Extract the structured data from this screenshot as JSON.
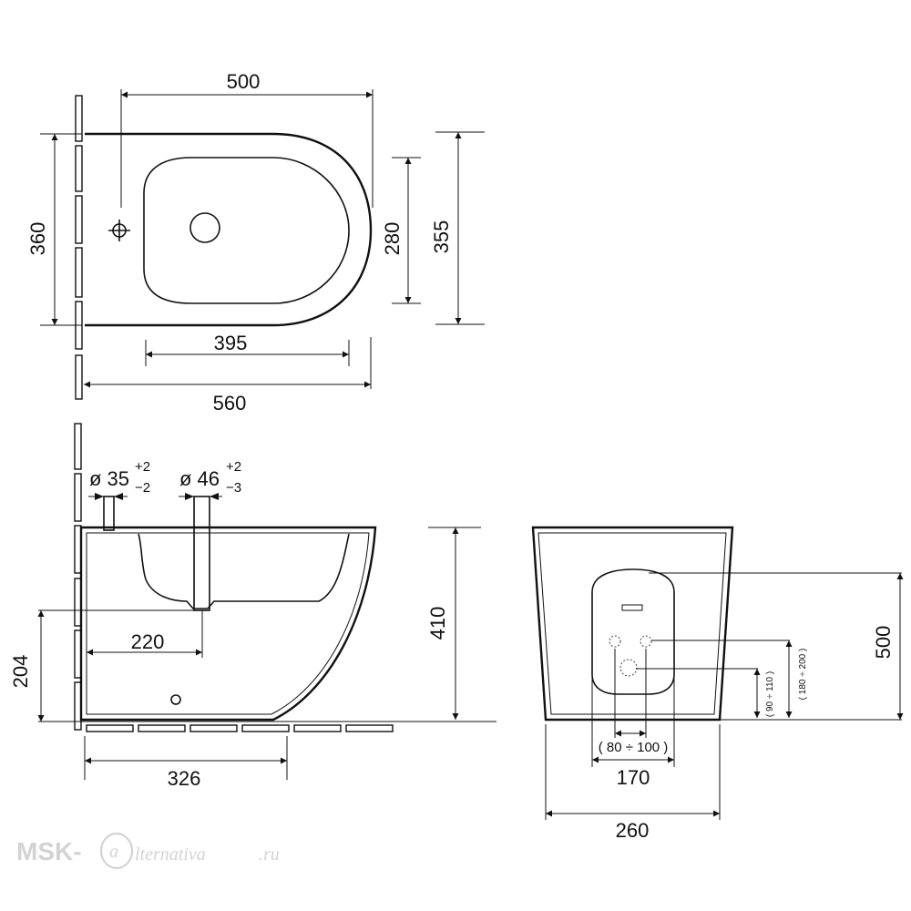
{
  "top_view": {
    "width_outer": "500",
    "depth_overall": "560",
    "width_bowl": "395",
    "height_left": "360",
    "height_bowl": "280",
    "height_right": "355"
  },
  "side_view": {
    "pipe1": {
      "diameter": "ø 35",
      "tol_plus": "+2",
      "tol_minus": "−2"
    },
    "pipe2": {
      "diameter": "ø 46",
      "tol_plus": "+2",
      "tol_minus": "−3"
    },
    "drain_distance": "220",
    "drain_height": "204",
    "bolt_distance": "326",
    "height": "410"
  },
  "front_view": {
    "height": "500",
    "range_180_200": "( 180 ÷ 200 )",
    "range_90_110": "( 90 ÷ 110 )",
    "range_80_100": "( 80 ÷ 100 )",
    "width_170": "170",
    "width_260": "260"
  },
  "watermark": {
    "brand": "MSK-",
    "brand_tail": "lternativa",
    "domain": ".ru"
  }
}
